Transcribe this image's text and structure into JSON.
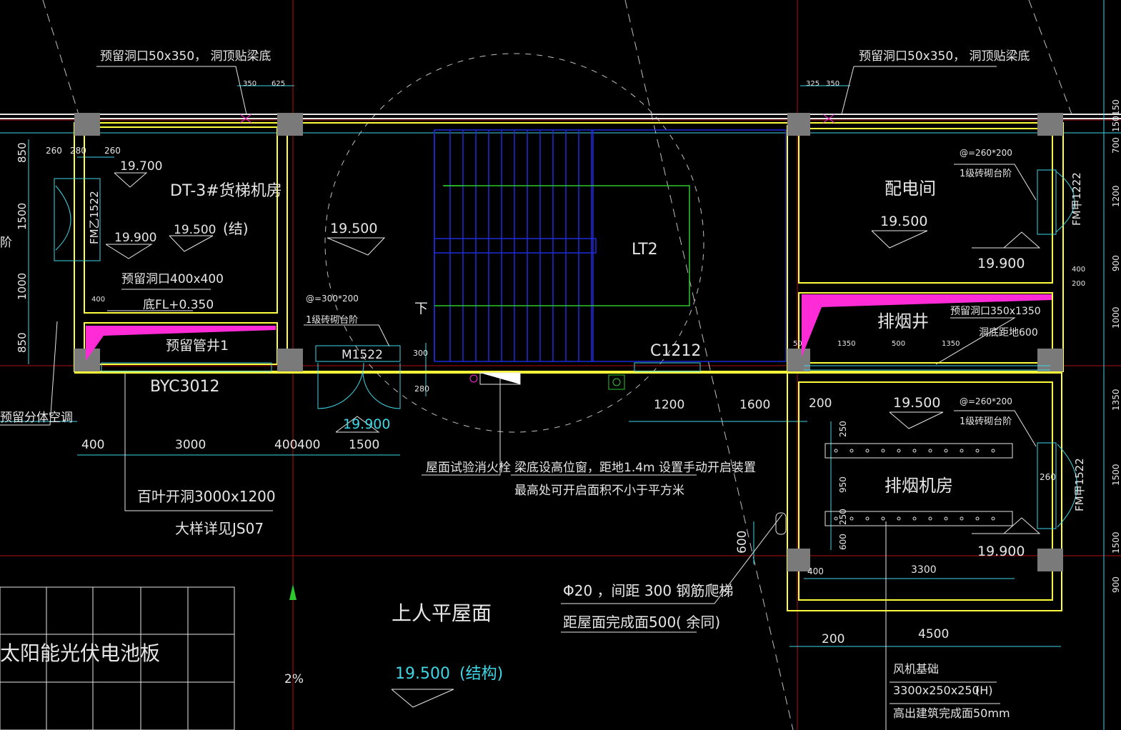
{
  "colors": {
    "background": "#000000",
    "wall": "#ffff3c",
    "column": "#7a7a7a",
    "stair": "#1c2cd8",
    "door": "#3fd6e6",
    "magenta": "#ff2bd6",
    "green": "#2cc82c",
    "dim": "#3fd6e6",
    "red_axis": "#c81414",
    "text": "#e6e6e6"
  },
  "top_notes": {
    "left": "预留洞口50x350， 洞顶贴梁底",
    "right": "预留洞口50x350， 洞顶贴梁底"
  },
  "top_dims": {
    "left_a": "350",
    "left_b": "625",
    "right_a": "325",
    "right_b": "350"
  },
  "left_room": {
    "name": "DT-3#货梯机房",
    "elev_top": "19.700",
    "elev_a": "19.900",
    "elev_b": "19.500",
    "elev_b_note": "(结)",
    "door": "FM乙1522",
    "hole": "预留洞口400x400",
    "floor": "底FL+0.350",
    "dim_260a": "260",
    "dim_280": "280",
    "dim_260b": "260",
    "small_400": "400"
  },
  "left_axis_dims": [
    "850",
    "1500",
    "1000",
    "850"
  ],
  "left_clipped_label": "阶",
  "pipe_well": "预留管井1",
  "window_left": "BYC3012",
  "ac_note": "预留分体空调",
  "stair": {
    "elev": "19.500",
    "label_lt": "LT2",
    "down": "下",
    "step_note_a": "@=300*200",
    "step_note_b": "1级砖砌台阶",
    "door": "M1522",
    "door_elev": "19.900",
    "window": "C1212",
    "dim_300": "300",
    "dim_280": "280"
  },
  "bottom_dims_left": [
    "400",
    "3000",
    "400",
    "400",
    "1500"
  ],
  "bottom_dims_mid": [
    "1200",
    "1600",
    "200"
  ],
  "louver_note_a": "百叶开洞3000x1200",
  "louver_note_b": "大样详见JS07",
  "hydrant_note": "屋面试验消火栓",
  "window_note_a": "梁底设高位窗，距地1.4m  设置手动开启装置",
  "window_note_b": "最高处可开启面积不小于平方米",
  "right_top_room": {
    "name": "配电间",
    "elev": "19.500",
    "step_a": "@=260*200",
    "step_b": "1级砖砌台阶",
    "elev2": "19.900",
    "door": "FM甲1222",
    "small_400": "400",
    "small_200": "200"
  },
  "smoke_shaft": {
    "name": "排烟井",
    "hole_a": "预留洞口350x1350",
    "hole_b": "洞底距地600",
    "dims": [
      "50",
      "1350",
      "500",
      "1350"
    ]
  },
  "right_bottom_room": {
    "name": "排烟机房",
    "elev": "19.500",
    "step_a": "@=260*200",
    "step_b": "1级砖砌台阶",
    "elev2": "19.900",
    "door": "FM甲1522",
    "dims_v": [
      "250",
      "950",
      "250",
      "600"
    ],
    "dim_260": "260",
    "dim_400": "400",
    "dim_3300": "3300"
  },
  "ladder_note_a": "Φ20 ，间距 300  钢筋爬梯",
  "ladder_note_b": "距屋面完成面500(  余同)",
  "dim_600": "600",
  "roof": {
    "name": "上人平屋面",
    "elev": "19.500",
    "elev_note": "(结构)",
    "slope": "2%"
  },
  "solar": "太阳能光伏电池板",
  "fan_base": {
    "a": "风机基础",
    "b": "3300x250x250",
    "b_note": "(H)",
    "c": "高出建筑完成面50mm"
  },
  "bottom_dims_right": [
    "200",
    "4500"
  ],
  "right_edge_dims": [
    "150",
    "150",
    "700",
    "1200",
    "900",
    "1000",
    "1350",
    "1500",
    "1500",
    "900"
  ],
  "right_edge_axis": "150"
}
